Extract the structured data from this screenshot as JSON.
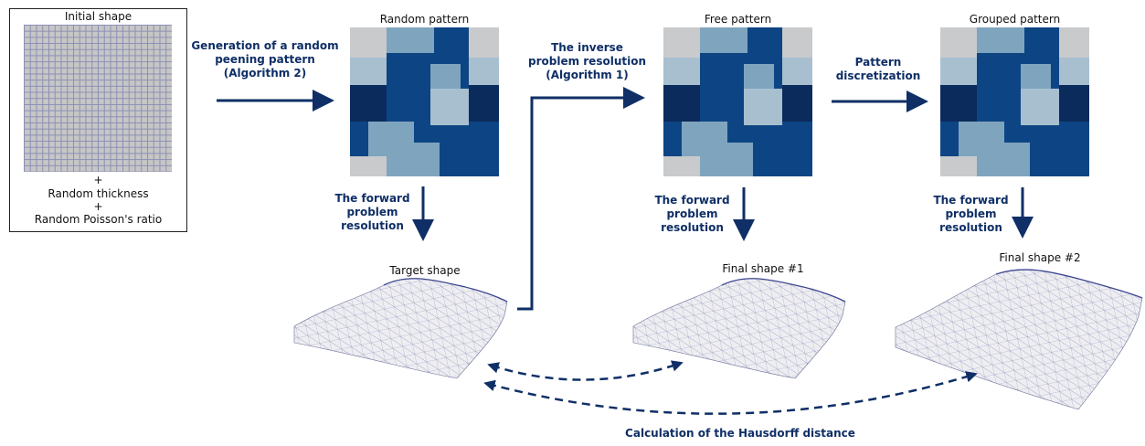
{
  "initial": {
    "title": "Initial shape",
    "plus1": "+",
    "line1": "Random thickness",
    "plus2": "+",
    "line2": "Random Poisson's ratio"
  },
  "patterns": {
    "random": "Random pattern",
    "free": "Free pattern",
    "grouped": "Grouped pattern"
  },
  "shapes": {
    "target": "Target shape",
    "final1": "Final shape #1",
    "final2": "Final shape #2"
  },
  "steps": {
    "generation": [
      "Generation of a random",
      "peening pattern",
      "(Algorithm 2)"
    ],
    "inverse": [
      "The inverse",
      "problem resolution",
      "(Algorithm 1)"
    ],
    "discretization": [
      "Pattern",
      "discretization"
    ],
    "forward": [
      "The forward",
      "problem",
      "resolution"
    ]
  },
  "hausdorff": "Calculation of the Hausdorff distance",
  "colors": {
    "arrow": "#0f2f66",
    "dark_navy": "#0b2b5c",
    "navy": "#0d4584",
    "steel": "#7fa4be",
    "pale": "#a8bfd0",
    "grey": "#c8cacc"
  }
}
